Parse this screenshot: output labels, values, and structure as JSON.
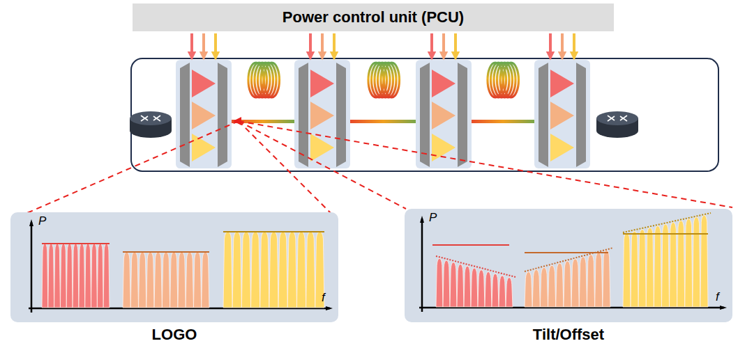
{
  "diagram": {
    "nodes": [
      {
        "text": [
          "Power control unit (PCU)"
        ]
      },
      {
        "text": [
          "P",
          "f",
          "LOGO"
        ]
      },
      {
        "text": [
          "P",
          "f",
          "Tilt/Offset"
        ]
      }
    ]
  }
}
